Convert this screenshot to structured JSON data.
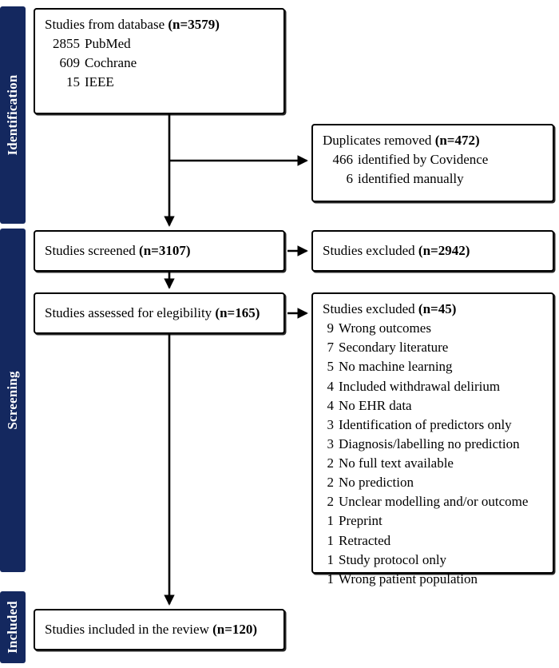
{
  "bands": [
    {
      "id": "identification",
      "label": "Identification"
    },
    {
      "id": "screening",
      "label": "Screening"
    },
    {
      "id": "included",
      "label": "Included"
    }
  ],
  "colors": {
    "band_navy": "#14285f",
    "box_border": "#000000",
    "background": "#ffffff"
  },
  "nodes": {
    "database": {
      "headline_text": "Studies from database ",
      "headline_count": "(n=3579)",
      "items": [
        {
          "count": "2855",
          "label": "PubMed"
        },
        {
          "count": "609",
          "label": "Cochrane"
        },
        {
          "count": "15",
          "label": "IEEE"
        }
      ]
    },
    "duplicates": {
      "headline_text": "Duplicates removed ",
      "headline_count": "(n=472)",
      "items": [
        {
          "count": "466",
          "label": "identified by Covidence"
        },
        {
          "count": "6",
          "label": "identified manually"
        }
      ]
    },
    "screened": {
      "headline_text": "Studies screened ",
      "headline_count": "(n=3107)"
    },
    "screened_excluded": {
      "headline_text": "Studies excluded ",
      "headline_count": "(n=2942)"
    },
    "eligibility": {
      "headline_text": "Studies assessed for elegibility ",
      "headline_count": "(n=165)"
    },
    "excluded_reasons": {
      "headline_text": "Studies excluded ",
      "headline_count": "(n=45)",
      "items": [
        {
          "count": "9",
          "label": "Wrong outcomes"
        },
        {
          "count": "7",
          "label": "Secondary literature"
        },
        {
          "count": "5",
          "label": "No machine learning"
        },
        {
          "count": "4",
          "label": "Included withdrawal delirium"
        },
        {
          "count": "4",
          "label": "No EHR data"
        },
        {
          "count": "3",
          "label": "Identification of predictors only"
        },
        {
          "count": "3",
          "label": "Diagnosis/labelling no prediction"
        },
        {
          "count": "2",
          "label": "No full text available"
        },
        {
          "count": "2",
          "label": "No prediction"
        },
        {
          "count": "2",
          "label": "Unclear modelling and/or outcome"
        },
        {
          "count": "1",
          "label": "Preprint"
        },
        {
          "count": "1",
          "label": "Retracted"
        },
        {
          "count": "1",
          "label": "Study protocol only"
        },
        {
          "count": "1",
          "label": "Wrong patient population"
        }
      ]
    },
    "included": {
      "headline_text": "Studies included in the review ",
      "headline_count": "(n=120)"
    }
  }
}
